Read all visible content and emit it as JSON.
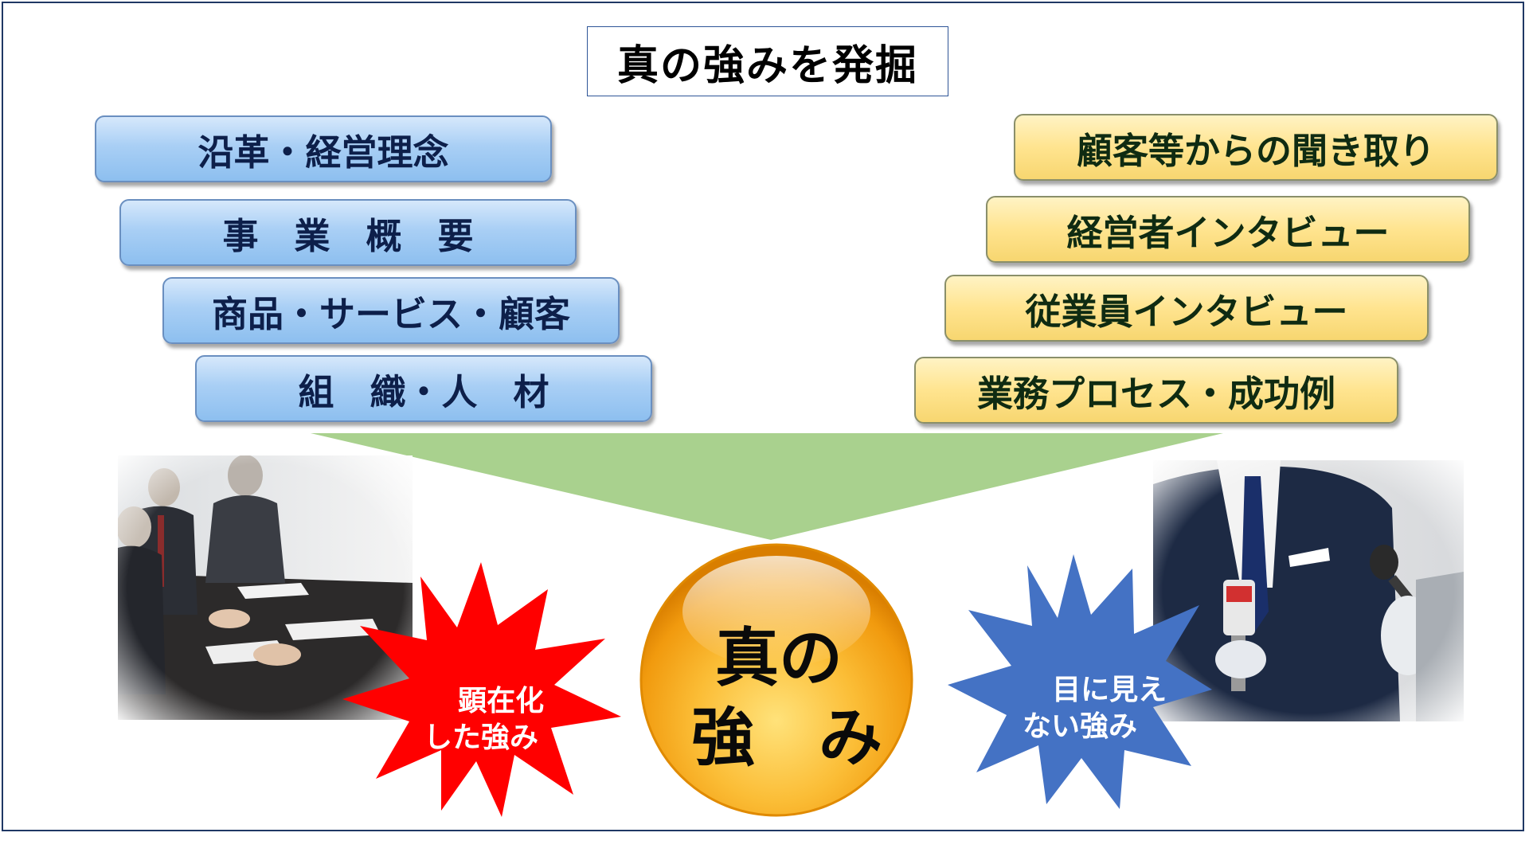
{
  "title": "真の強みを発掘",
  "left_items": [
    {
      "label": "沿革・経営理念"
    },
    {
      "label": "事　業　概　要"
    },
    {
      "label": "商品・サービス・顧客"
    },
    {
      "label": "組　織・人　材"
    }
  ],
  "right_items": [
    {
      "label": "顧客等からの聞き取り"
    },
    {
      "label": "経営者インタビュー"
    },
    {
      "label": "従業員インタビュー"
    },
    {
      "label": "業務プロセス・成功例"
    }
  ],
  "burst_left": {
    "line1": "顕在化",
    "line2": "した強み"
  },
  "burst_right": {
    "line1": "目に見え",
    "line2": "ない強み"
  },
  "center": {
    "line1": "真の",
    "line2": "強　み"
  },
  "colors": {
    "frame": "#1f3864",
    "blue_pill": "#a9cff5",
    "yellow_pill": "#ffe48f",
    "funnel": "#a9d18e",
    "burst_left": "#ff0000",
    "burst_right": "#4472c4",
    "orb": "#f5a623"
  },
  "icons": {
    "photo_left": "meeting-photo",
    "photo_right": "interview-photo"
  }
}
